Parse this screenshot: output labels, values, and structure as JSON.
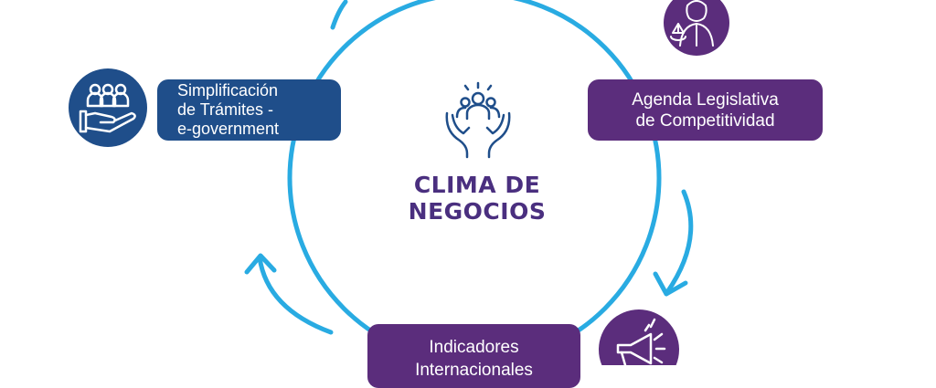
{
  "center": {
    "title_line1": "CLIMA DE",
    "title_line2": "NEGOCIOS"
  },
  "nodes": {
    "simplificacion": {
      "line1": "Simplificación",
      "line2": "de Trámites -",
      "line3": "e-government",
      "icon": "group-hand-icon"
    },
    "agenda": {
      "line1": "Agenda Legislativa",
      "line2": "de Competitividad",
      "icon": "judge-scales-icon"
    },
    "indicadores": {
      "line1": "Indicadores",
      "line2": "Internacionales",
      "icon": "megaphone-icon"
    }
  },
  "center_icon": "hands-people-icon",
  "colors": {
    "ring": "#29abe2",
    "blue": "#1f4e8a",
    "purple": "#5b2d7c",
    "title": "#4a2f7f"
  }
}
